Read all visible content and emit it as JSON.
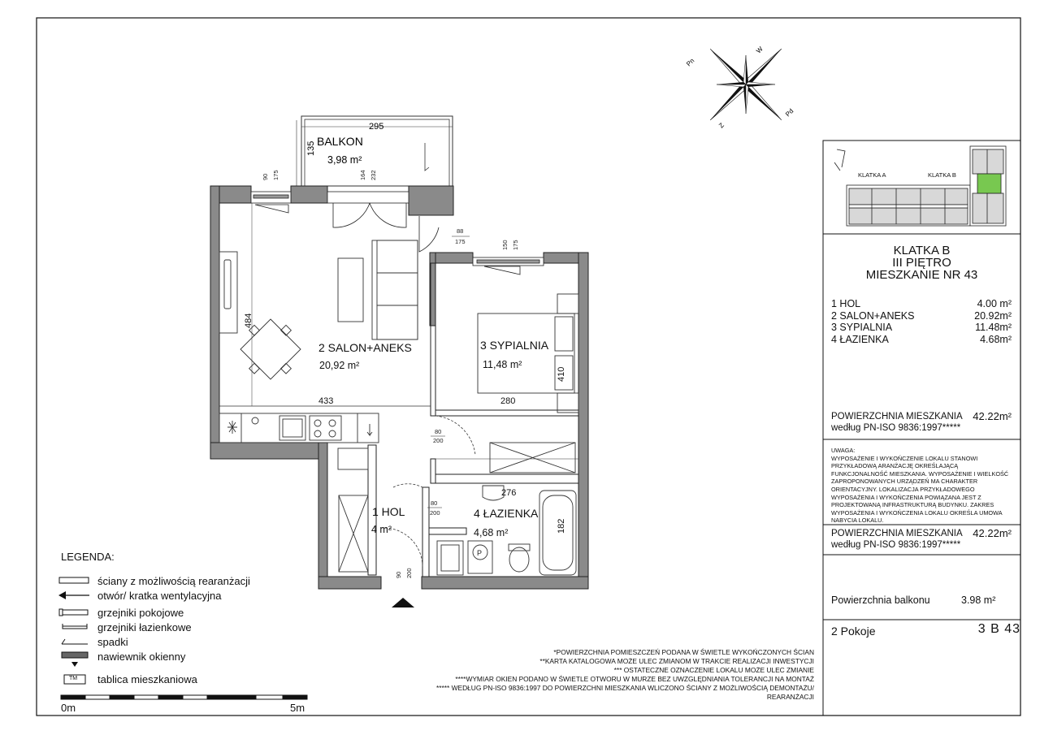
{
  "balcony": {
    "label": "BALKON",
    "area": "3,98 m²",
    "dim_w": "295",
    "dim_d": "135"
  },
  "rooms_plan": {
    "salon": {
      "name": "2 SALON+ANEKS",
      "area": "20,92 m²",
      "dim_h": "484",
      "dim_w": "433"
    },
    "sypialnia": {
      "name": "3 SYPIALNIA",
      "area": "11,48 m²",
      "dim_h": "410",
      "dim_w": "280"
    },
    "hol": {
      "name": "1 HOL",
      "area": "4 m²"
    },
    "lazienka": {
      "name": "4 ŁAZIENKA",
      "area": "4,68 m²",
      "dim_w": "276",
      "dim_h": "182"
    }
  },
  "window_dims": {
    "w1": "90",
    "h1": "175",
    "w2": "164",
    "h2": "232",
    "w3": "88",
    "h3": "175",
    "w4": "150",
    "h4": "175"
  },
  "door_dims": {
    "d1w": "80",
    "d1h": "200",
    "d2w": "80",
    "d2h": "200",
    "d3w": "90",
    "d3h": "200"
  },
  "compass": {
    "n": "Pn",
    "w": "W",
    "s": "Z",
    "e": "Pd"
  },
  "keyplan": {
    "label_a": "KLATKA A",
    "label_b": "KLATKA B",
    "highlight_color": "#78c850"
  },
  "info": {
    "title_lines": [
      "KLATKA B",
      "III PIĘTRO",
      "MIESZKANIE NR 43"
    ],
    "rooms": [
      {
        "name": "1 HOL",
        "area": "4.00 m²"
      },
      {
        "name": "2 SALON+ANEKS",
        "area": "20.92m²"
      },
      {
        "name": "3 SYPIALNIA",
        "area": "11.48m²"
      },
      {
        "name": "4 ŁAZIENKA",
        "area": "4.68m²"
      }
    ],
    "pow_label_1": "POWIERZCHNIA MIESZKANIA",
    "pow_label_2": "według PN-ISO 9836:1997*****",
    "pow_value": "42.22m²",
    "note": "UWAGA:\nWYPOSAŻENIE I WYKOŃCZENIE LOKALU STANOWI PRZYKŁADOWĄ ARANŻACJĘ OKREŚLAJĄCĄ FUNKCJONALNOŚĆ MIESZKANIA. WYPOSAŻENIE I WIELKOŚĆ ZAPROPONOWANYCH URZĄDZEŃ MA CHARAKTER ORIENTACYJNY. LOKALIZACJA PRZYKŁADOWEGO WYPOSAŻENIA I WYKOŃCZENIA POWIĄZANA JEST Z PROJEKTOWANĄ INFRASTRUKTURĄ BUDYNKU. ZAKRES WYPOSAŻENIA I WYKOŃCZENIA LOKALU OKREŚLA UMOWA NABYCIA LOKALU.",
    "balcony_label": "Powierzchnia balkonu",
    "balcony_value": "3.98 m²",
    "pokoje": "2 Pokoje",
    "code": "3 B  43"
  },
  "legend": {
    "title": "LEGENDA:",
    "items": [
      "ściany z możliwością rearanżacji",
      "otwór/ kratka wentylacyjna",
      "grzejniki pokojowe",
      "grzejniki łazienkowe",
      "spadki",
      "nawiewnik okienny",
      "tablica mieszkaniowa"
    ],
    "tm": "TM"
  },
  "scale": {
    "left": "0m",
    "right": "5m"
  },
  "footnotes": [
    "*POWIERZCHNIA POMIESZCZEŃ PODANA W ŚWIETLE WYKOŃCZONYCH ŚCIAN",
    "**KARTA KATALOGOWA MOŻE ULEC ZMIANOM W TRAKCIE REALIZACJI INWESTYCJI",
    "*** OSTATECZNE OZNACZENIE LOKALU MOŻE ULEC ZMIANIE",
    "****WYMIAR OKIEN PODANO W ŚWIETLE OTWORU W MURZE BEZ UWZGLĘDNIANIA TOLERANCJI NA MONTAŻ",
    "***** WEDŁUG PN-ISO 9836:1997 DO POWIERZCHNI MIESZKANIA WLICZONO ŚCIANY Z MOŻLIWOŚCIĄ DEMONTAŻU/",
    "REARANŻACJI"
  ]
}
